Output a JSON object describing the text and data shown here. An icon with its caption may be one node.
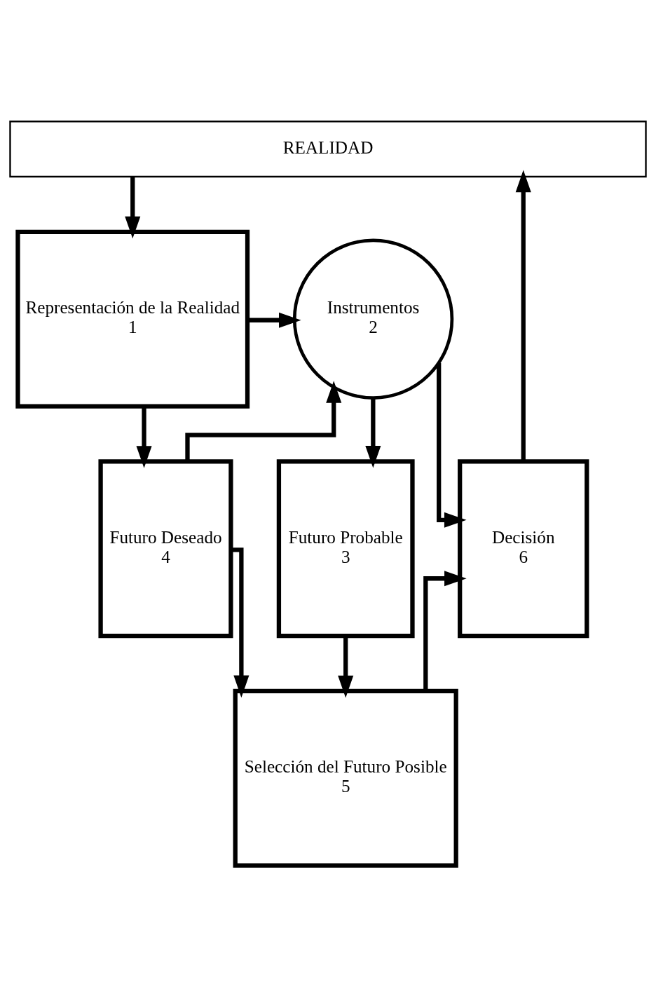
{
  "diagram": {
    "nodes": [
      {
        "text": [
          "REALIDAD"
        ]
      },
      {
        "text": [
          "Representación de la Realidad",
          "1"
        ]
      },
      {
        "text": [
          "Instrumentos",
          "2"
        ]
      },
      {
        "text": [
          "Futuro Probable",
          "3"
        ]
      },
      {
        "text": [
          "Futuro Deseado",
          "4"
        ]
      },
      {
        "text": [
          "Selección del Futuro Posible",
          "5"
        ]
      },
      {
        "text": [
          "Decisión",
          "6"
        ]
      }
    ],
    "edges": [
      {
        "from": 0,
        "to": 1,
        "arrow": "to"
      },
      {
        "from": 1,
        "to": 2,
        "arrow": "to"
      },
      {
        "from": 1,
        "to": 4,
        "arrow": "to"
      },
      {
        "from": 2,
        "to": 3,
        "arrow": "to"
      },
      {
        "from": 2,
        "to": 6,
        "arrow": "to"
      },
      {
        "from": 4,
        "to": 2,
        "arrow": "to"
      },
      {
        "from": 3,
        "to": 5,
        "arrow": "to"
      },
      {
        "from": 4,
        "to": 5,
        "arrow": "to"
      },
      {
        "from": 5,
        "to": 6,
        "arrow": "to"
      },
      {
        "from": 6,
        "to": 0,
        "arrow": "to"
      }
    ]
  }
}
